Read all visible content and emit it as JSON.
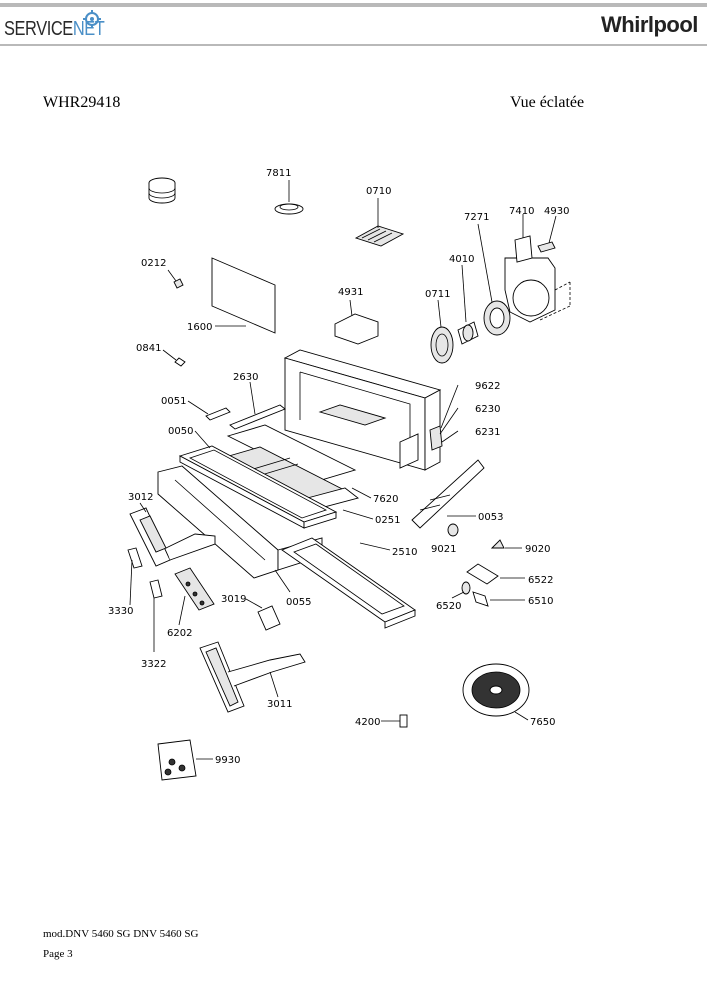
{
  "header": {
    "service_logo_part1": "SERVICE",
    "service_logo_part2": "NET",
    "brand_logo": "Whirlpool"
  },
  "title": {
    "model": "WHR29418",
    "view_name": "Vue éclatée"
  },
  "parts": {
    "p7811": "7811",
    "p0710": "0710",
    "p7271": "7271",
    "p7410": "7410",
    "p4930": "4930",
    "p0212": "0212",
    "p4010": "4010",
    "p4931": "4931",
    "p0711": "0711",
    "p1600": "1600",
    "p0841": "0841",
    "p2630": "2630",
    "p9622": "9622",
    "p0051": "0051",
    "p6230": "6230",
    "p0050": "0050",
    "p6231": "6231",
    "p3012": "3012",
    "p7620": "7620",
    "p0053": "0053",
    "p0251": "0251",
    "p2510": "2510",
    "p9021": "9021",
    "p9020": "9020",
    "p6522": "6522",
    "p3019": "3019",
    "p0055": "0055",
    "p6520": "6520",
    "p6510": "6510",
    "p3330": "3330",
    "p6202": "6202",
    "p3322": "3322",
    "p3011": "3011",
    "p4200": "4200",
    "p7650": "7650",
    "p9930": "9930"
  },
  "footer": {
    "model_line": "mod.DNV 5460 SG DNV 5460 SG",
    "page": "Page 3"
  }
}
